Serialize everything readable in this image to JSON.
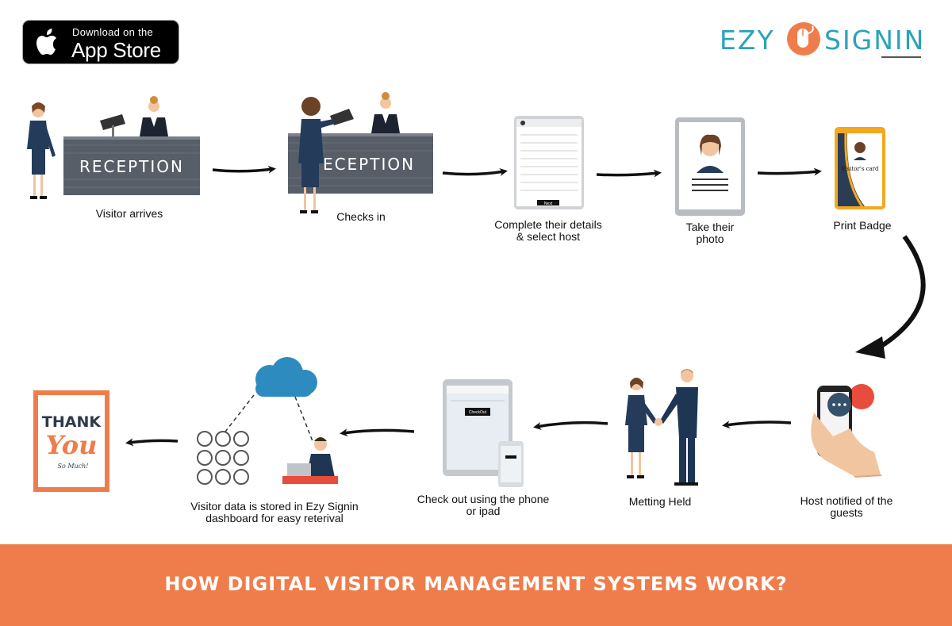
{
  "app_store": {
    "line1": "Download on the",
    "line2": "App Store"
  },
  "logo": {
    "left": "EZY",
    "right": "SIGNIN"
  },
  "reception_sign": "RECEPTION",
  "reception_sign_partial": "ECEPTION",
  "visitor_card_text": "Visitor's card",
  "thank_you": {
    "line1": "THANK",
    "line2": "You",
    "line3": "So Much!"
  },
  "tablet_button": "Next",
  "checkout_button": "CheckOut",
  "steps": [
    {
      "lines": [
        "Visitor arrives"
      ]
    },
    {
      "lines": [
        "Checks in"
      ]
    },
    {
      "lines": [
        "Complete their details",
        "& select host"
      ]
    },
    {
      "lines": [
        "Take their",
        "photo"
      ]
    },
    {
      "lines": [
        "Print Badge"
      ]
    },
    {
      "lines": [
        "Host notified of the",
        "guests"
      ]
    },
    {
      "lines": [
        "Metting Held"
      ]
    },
    {
      "lines": [
        "Check out using the phone",
        "or ipad"
      ]
    },
    {
      "lines": [
        "Visitor data is stored in Ezy Signin",
        "dashboard for easy reterival"
      ]
    }
  ],
  "footer_title": "HOW DIGITAL VISITOR MANAGEMENT SYSTEMS WORK?",
  "colors": {
    "accent": "#ef7d4b",
    "brand": "#2aa3b8",
    "navy": "#243b5a",
    "desk": "#585e68"
  }
}
